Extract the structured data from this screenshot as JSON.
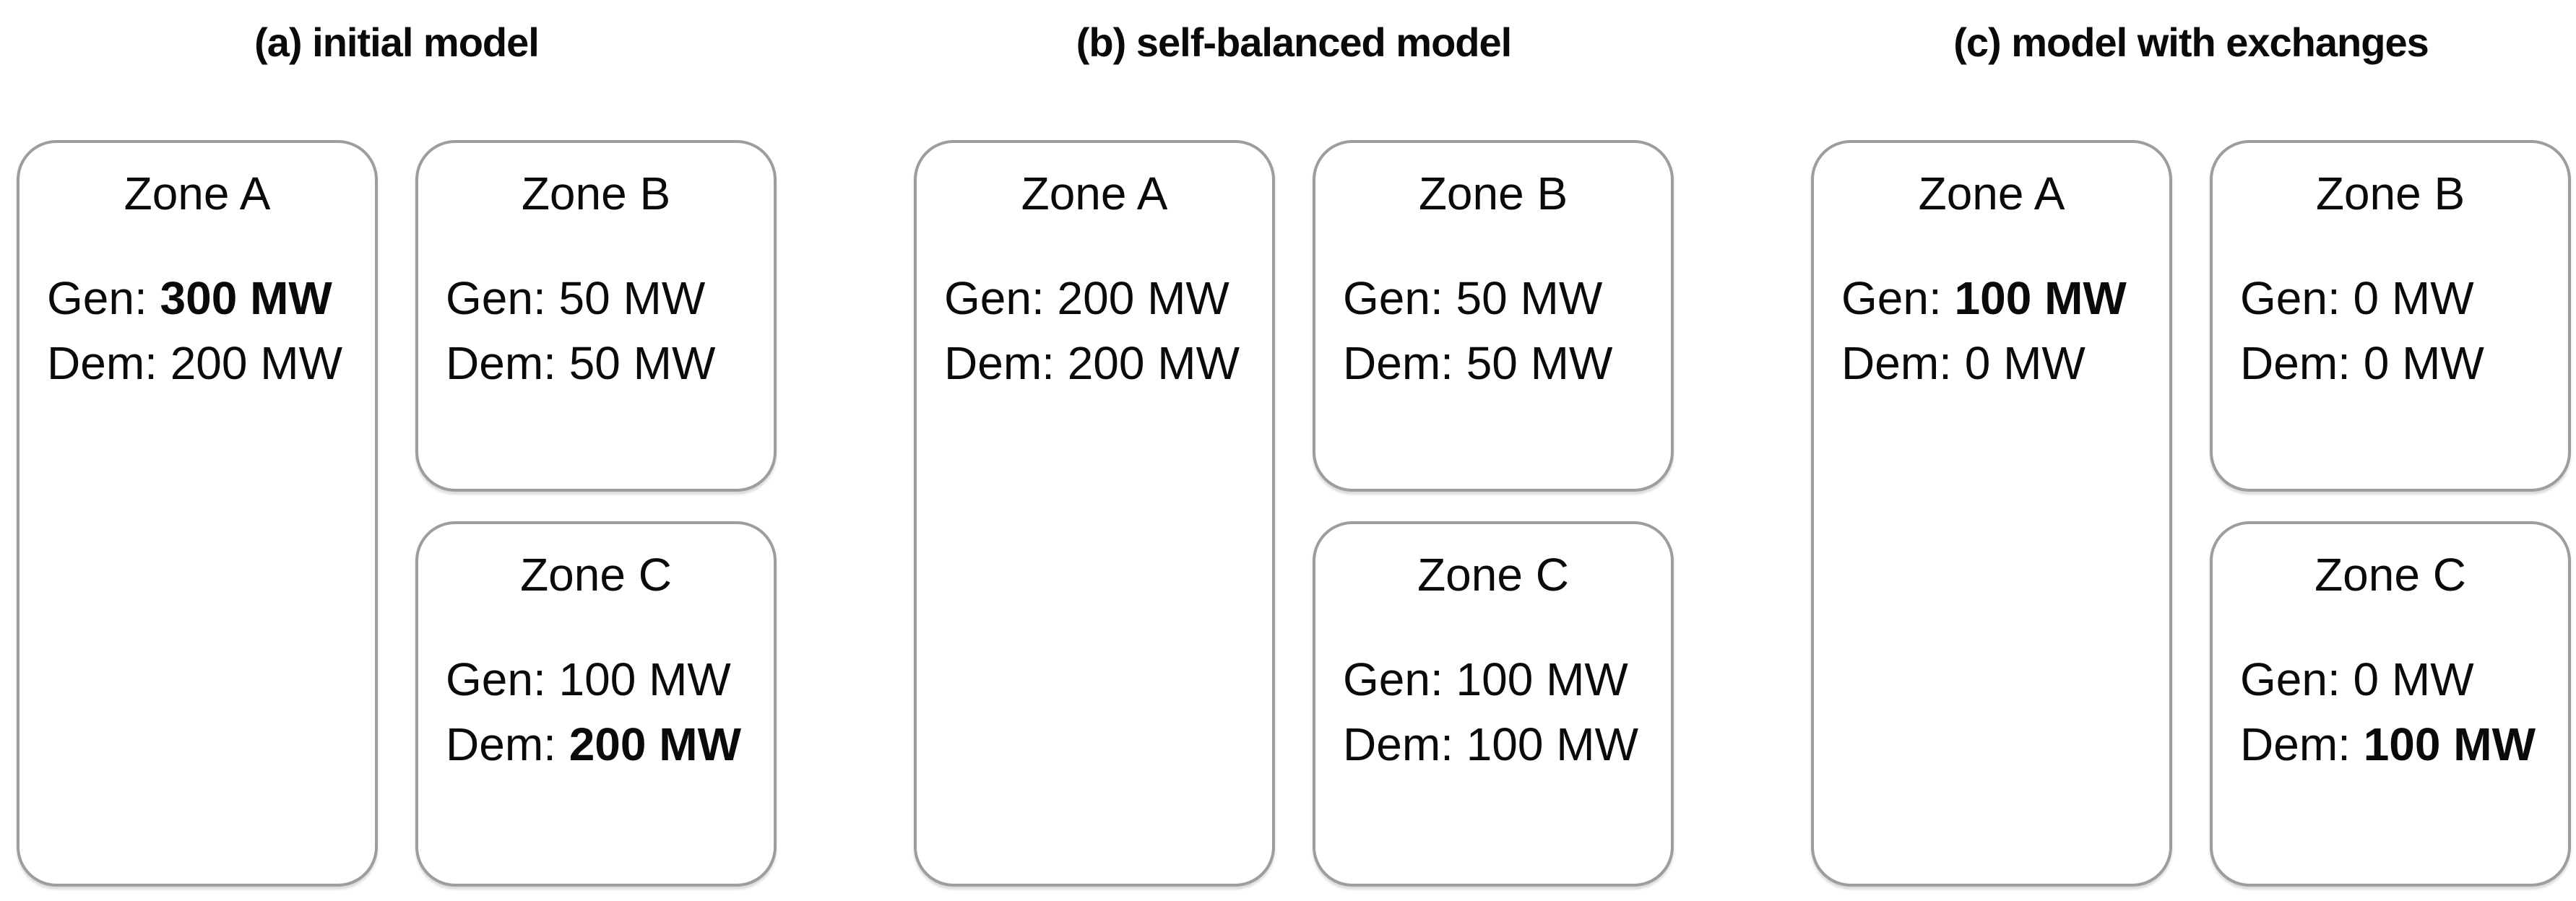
{
  "figure": {
    "panels": [
      {
        "title": "(a) initial model",
        "zones": [
          {
            "name": "Zone A",
            "gen": {
              "label": "Gen:",
              "value": "300 MW",
              "weight": "bold"
            },
            "dem": {
              "label": "Dem:",
              "value": "200 MW",
              "weight": "normal"
            }
          },
          {
            "name": "Zone B",
            "gen": {
              "label": "Gen:",
              "value": "50 MW",
              "weight": "normal"
            },
            "dem": {
              "label": "Dem:",
              "value": "50 MW",
              "weight": "normal"
            }
          },
          {
            "name": "Zone C",
            "gen": {
              "label": "Gen:",
              "value": "100 MW",
              "weight": "normal"
            },
            "dem": {
              "label": "Dem:",
              "value": "200 MW",
              "weight": "bold"
            }
          }
        ]
      },
      {
        "title": "(b) self-balanced model",
        "zones": [
          {
            "name": "Zone A",
            "gen": {
              "label": "Gen:",
              "value": "200 MW",
              "weight": "normal"
            },
            "dem": {
              "label": "Dem:",
              "value": "200 MW",
              "weight": "normal"
            }
          },
          {
            "name": "Zone B",
            "gen": {
              "label": "Gen:",
              "value": "50 MW",
              "weight": "normal"
            },
            "dem": {
              "label": "Dem:",
              "value": "50 MW",
              "weight": "normal"
            }
          },
          {
            "name": "Zone C",
            "gen": {
              "label": "Gen:",
              "value": "100 MW",
              "weight": "normal"
            },
            "dem": {
              "label": "Dem:",
              "value": "100 MW",
              "weight": "normal"
            }
          }
        ]
      },
      {
        "title": "(c) model with exchanges",
        "zones": [
          {
            "name": "Zone A",
            "gen": {
              "label": "Gen:",
              "value": "100 MW",
              "weight": "bold"
            },
            "dem": {
              "label": "Dem:",
              "value": "0 MW",
              "weight": "normal"
            }
          },
          {
            "name": "Zone B",
            "gen": {
              "label": "Gen:",
              "value": "0 MW",
              "weight": "normal"
            },
            "dem": {
              "label": "Dem:",
              "value": "0 MW",
              "weight": "normal"
            }
          },
          {
            "name": "Zone C",
            "gen": {
              "label": "Gen:",
              "value": "0 MW",
              "weight": "normal"
            },
            "dem": {
              "label": "Dem:",
              "value": "100 MW",
              "weight": "bold"
            }
          }
        ]
      }
    ]
  },
  "colors": {
    "background": "#ffffff",
    "box_border": "#9d9d9d",
    "text": "#0a0a0a"
  }
}
